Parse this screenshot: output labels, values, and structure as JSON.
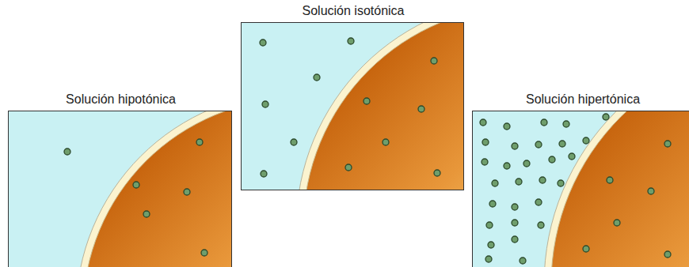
{
  "diagram": {
    "nodes": [
      {
        "text": [
          "Solución hipotónica"
        ]
      },
      {
        "text": [
          "Solución isotónica"
        ]
      },
      {
        "text": [
          "Solución hipertónica"
        ]
      }
    ]
  }
}
